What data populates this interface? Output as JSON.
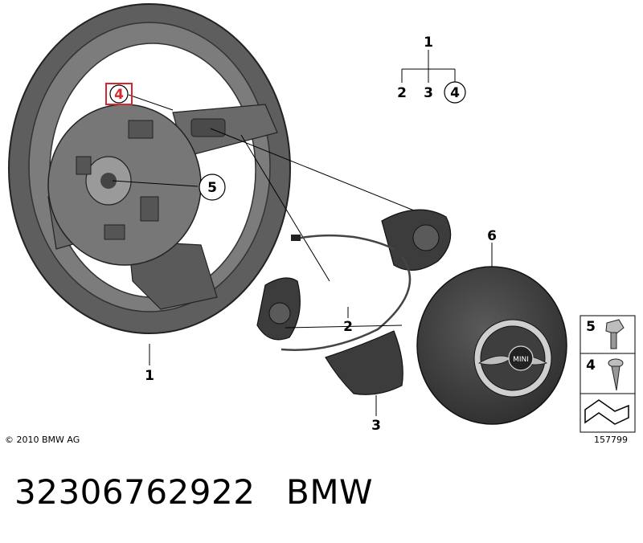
{
  "diagram": {
    "callouts": {
      "wheel": "1",
      "wheel_circled_4": "4",
      "wheel_circled_5": "5",
      "switches": "2",
      "trim": "3",
      "airbag": "6",
      "tree_top": "1",
      "tree_2": "2",
      "tree_3": "3",
      "tree_4": "4",
      "screw_5": "5",
      "screw_4": "4"
    },
    "airbag_logo": "MINI",
    "copyright": "© 2010 BMW AG",
    "image_number": "157799"
  },
  "caption": {
    "part_number": "32306762922",
    "brand": "BMW"
  },
  "colors": {
    "highlight": "#d9262c",
    "part_fill": "#3c3c3c",
    "part_light": "#8a8a8a"
  }
}
